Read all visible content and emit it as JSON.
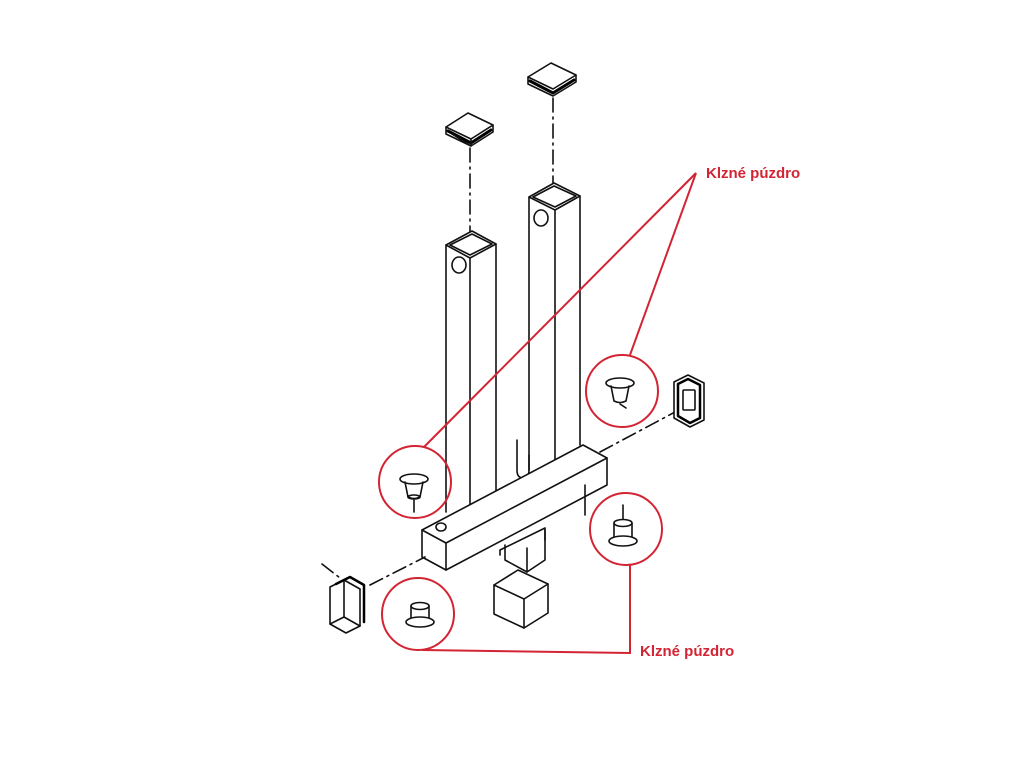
{
  "callouts": {
    "upper_label": "Klzné púzdro",
    "lower_label": "Klzné púzdro"
  },
  "colors": {
    "callout": "#d32433",
    "line_art": "#111111",
    "background": "#ffffff"
  },
  "icons": [
    "end-cap-square",
    "bushing",
    "leveling-foot-cube",
    "tube",
    "crossbar"
  ]
}
